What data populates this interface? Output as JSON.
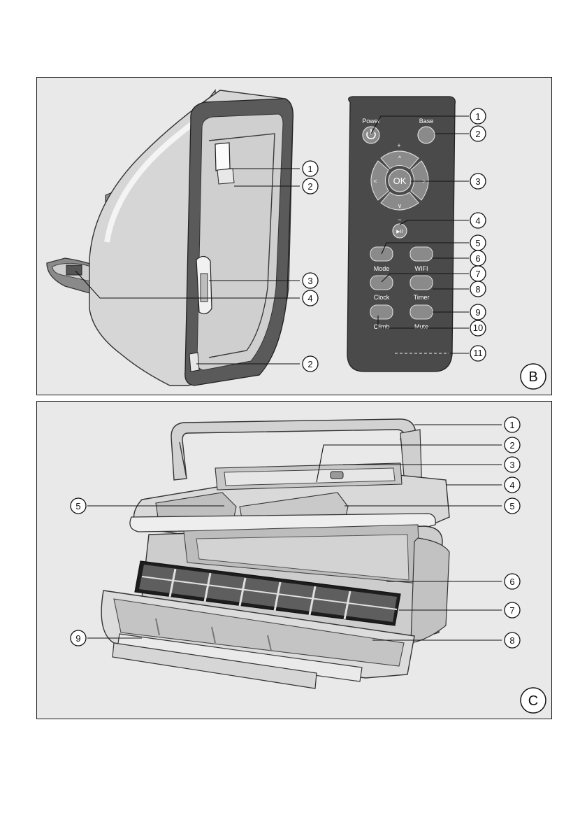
{
  "panel_b": {
    "label": "B",
    "robot_callouts": [
      "1",
      "2",
      "3",
      "4",
      "2"
    ],
    "remote": {
      "buttons": {
        "power": "Power",
        "base": "Base",
        "plus": "+",
        "minus": "−",
        "ok": "OK",
        "up": "^",
        "down": "v",
        "left": "<",
        "right": ">",
        "play_pause": "▶II",
        "mode": "Mode",
        "wifi": "WIFI",
        "clock": "Clock",
        "timer": "Timer",
        "climb": "Climb",
        "mute": "Mute"
      },
      "callouts": [
        "1",
        "2",
        "3",
        "4",
        "5",
        "6",
        "7",
        "8",
        "9",
        "10",
        "11"
      ]
    }
  },
  "panel_c": {
    "label": "C",
    "callouts": [
      "1",
      "2",
      "3",
      "4",
      "5",
      "5",
      "6",
      "7",
      "8",
      "9"
    ]
  },
  "colors": {
    "panel_bg": "#e9e9e9",
    "remote_body": "#4a4a4a",
    "remote_button": "#8a8a8a",
    "device_light": "#d4d4d4",
    "device_dark": "#5a5a5a"
  }
}
